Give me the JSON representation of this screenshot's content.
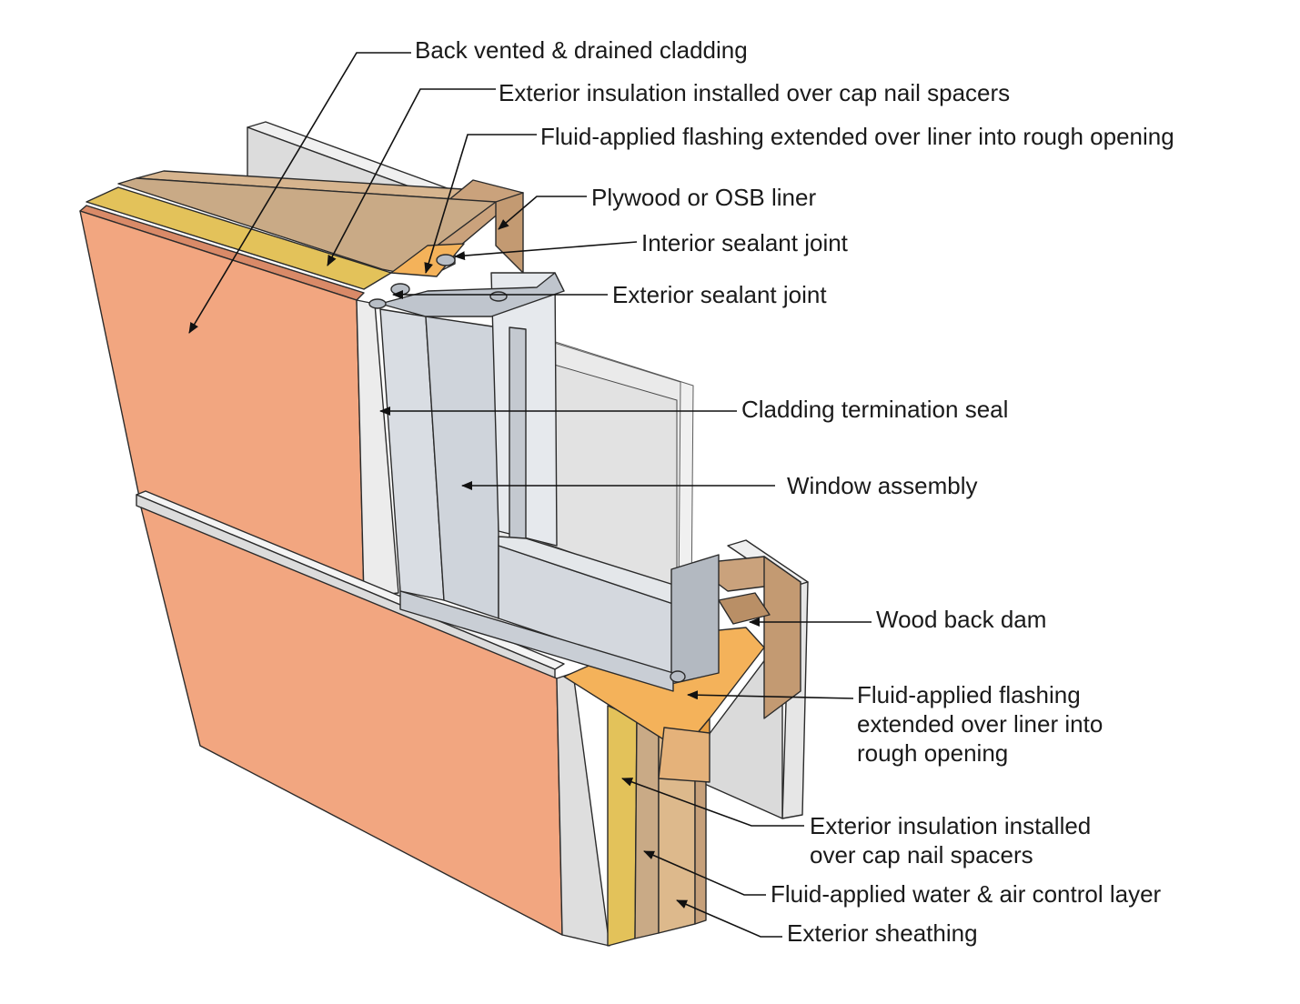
{
  "colors": {
    "cladding": "#f2a680",
    "cladding_edge": "#d98a68",
    "insulation": "#e3c25a",
    "wrb": "#c9aa86",
    "sheathing": "#ddb98c",
    "liner_wood": "#caa27c",
    "flashing": "#f4b25a",
    "frame": "#d6dbe2",
    "frame_dark": "#a9b0b9",
    "glass": "#e4e6e8",
    "interior": "#e3e3e3",
    "seal": "#ececec"
  },
  "callouts": [
    {
      "id": "back-vented-cladding",
      "lines": [
        "Back vented & drained cladding"
      ]
    },
    {
      "id": "exterior-insulation-top",
      "lines": [
        "Exterior insulation installed over cap nail spacers"
      ]
    },
    {
      "id": "fluid-flashing-top",
      "lines": [
        "Fluid-applied flashing extended over liner into rough opening"
      ]
    },
    {
      "id": "plywood-liner",
      "lines": [
        "Plywood or OSB liner"
      ]
    },
    {
      "id": "interior-sealant",
      "lines": [
        "Interior sealant joint"
      ]
    },
    {
      "id": "exterior-sealant",
      "lines": [
        "Exterior sealant joint"
      ]
    },
    {
      "id": "cladding-termination-seal",
      "lines": [
        "Cladding termination seal"
      ]
    },
    {
      "id": "window-assembly",
      "lines": [
        "Window assembly"
      ]
    },
    {
      "id": "wood-back-dam",
      "lines": [
        "Wood back dam"
      ]
    },
    {
      "id": "fluid-flashing-bottom",
      "lines": [
        "Fluid-applied flashing",
        "extended over liner into",
        "rough opening"
      ]
    },
    {
      "id": "exterior-insulation-bottom",
      "lines": [
        "Exterior insulation installed",
        "over cap nail spacers"
      ]
    },
    {
      "id": "water-air-control-layer",
      "lines": [
        "Fluid-applied water & air control layer"
      ]
    },
    {
      "id": "exterior-sheathing",
      "lines": [
        "Exterior sheathing"
      ]
    }
  ]
}
